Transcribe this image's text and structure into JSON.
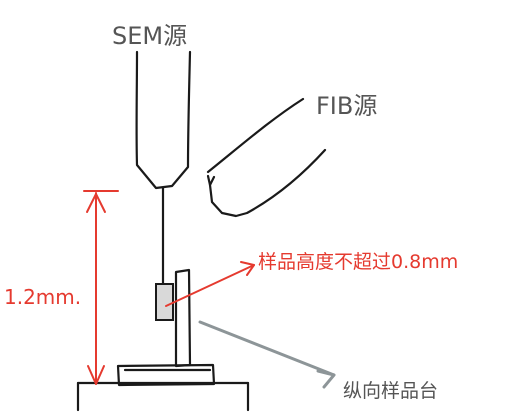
{
  "labels": {
    "sem_source": "SEM源",
    "fib_source": "FIB源",
    "sample_height_note": "样品高度不超过0.8mm",
    "height_dimension": "1.2mm.",
    "vertical_stage": "纵向样品台"
  },
  "colors": {
    "ink": "#1a1a1a",
    "annotation_red": "#e53a2f",
    "annotation_gray": "#8d9598",
    "sample_fill": "#d9d9d9"
  }
}
